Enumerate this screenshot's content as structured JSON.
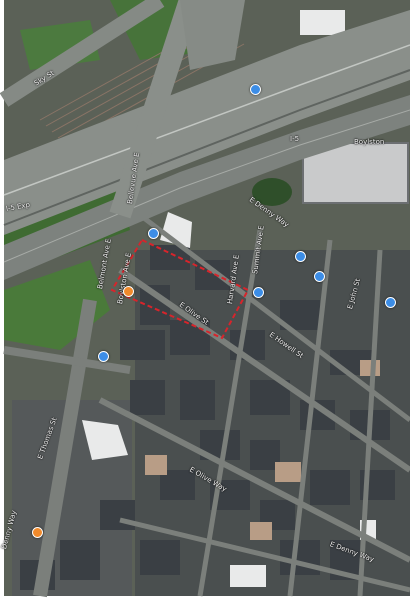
{
  "map": {
    "colors": {
      "freeway": "#8a8f8a",
      "freeway_edge": "#5f6460",
      "street": "#7b7f7b",
      "vegetation": "#3f6b32",
      "roof_dark": "#3a3f44",
      "roof_light": "#e9eaea",
      "site_boundary": "#d8242b",
      "transit_pin": "#3c8de6",
      "poi_pin": "#f08a2c"
    },
    "street_labels": {
      "top_left": "Sky St",
      "ramp_left": "I-5 Exp",
      "top_right": "Boylston",
      "left_lower": "I-5",
      "block_a": "Belmont Ave E",
      "block_b": "Boylston Ave E",
      "block_c": "E Olive St",
      "block_d": "Harvard Ave E",
      "block_e": "E Howell St",
      "side_a": "Bellevue Ave E",
      "side_b": "E Denny Way",
      "side_c": "Summit Ave E",
      "side_d": "E John St",
      "bottom_a": "E Olive Way",
      "bottom_b": "E Thomas St",
      "bottom_c": "E Denny Way",
      "bottom_left": "Denny Way"
    },
    "pins": {
      "transit_1": "transit",
      "transit_2": "transit",
      "transit_3": "transit",
      "transit_4": "transit",
      "transit_5": "transit",
      "transit_6": "transit",
      "transit_7": "transit",
      "poi_1": "food",
      "poi_2": "food"
    }
  }
}
